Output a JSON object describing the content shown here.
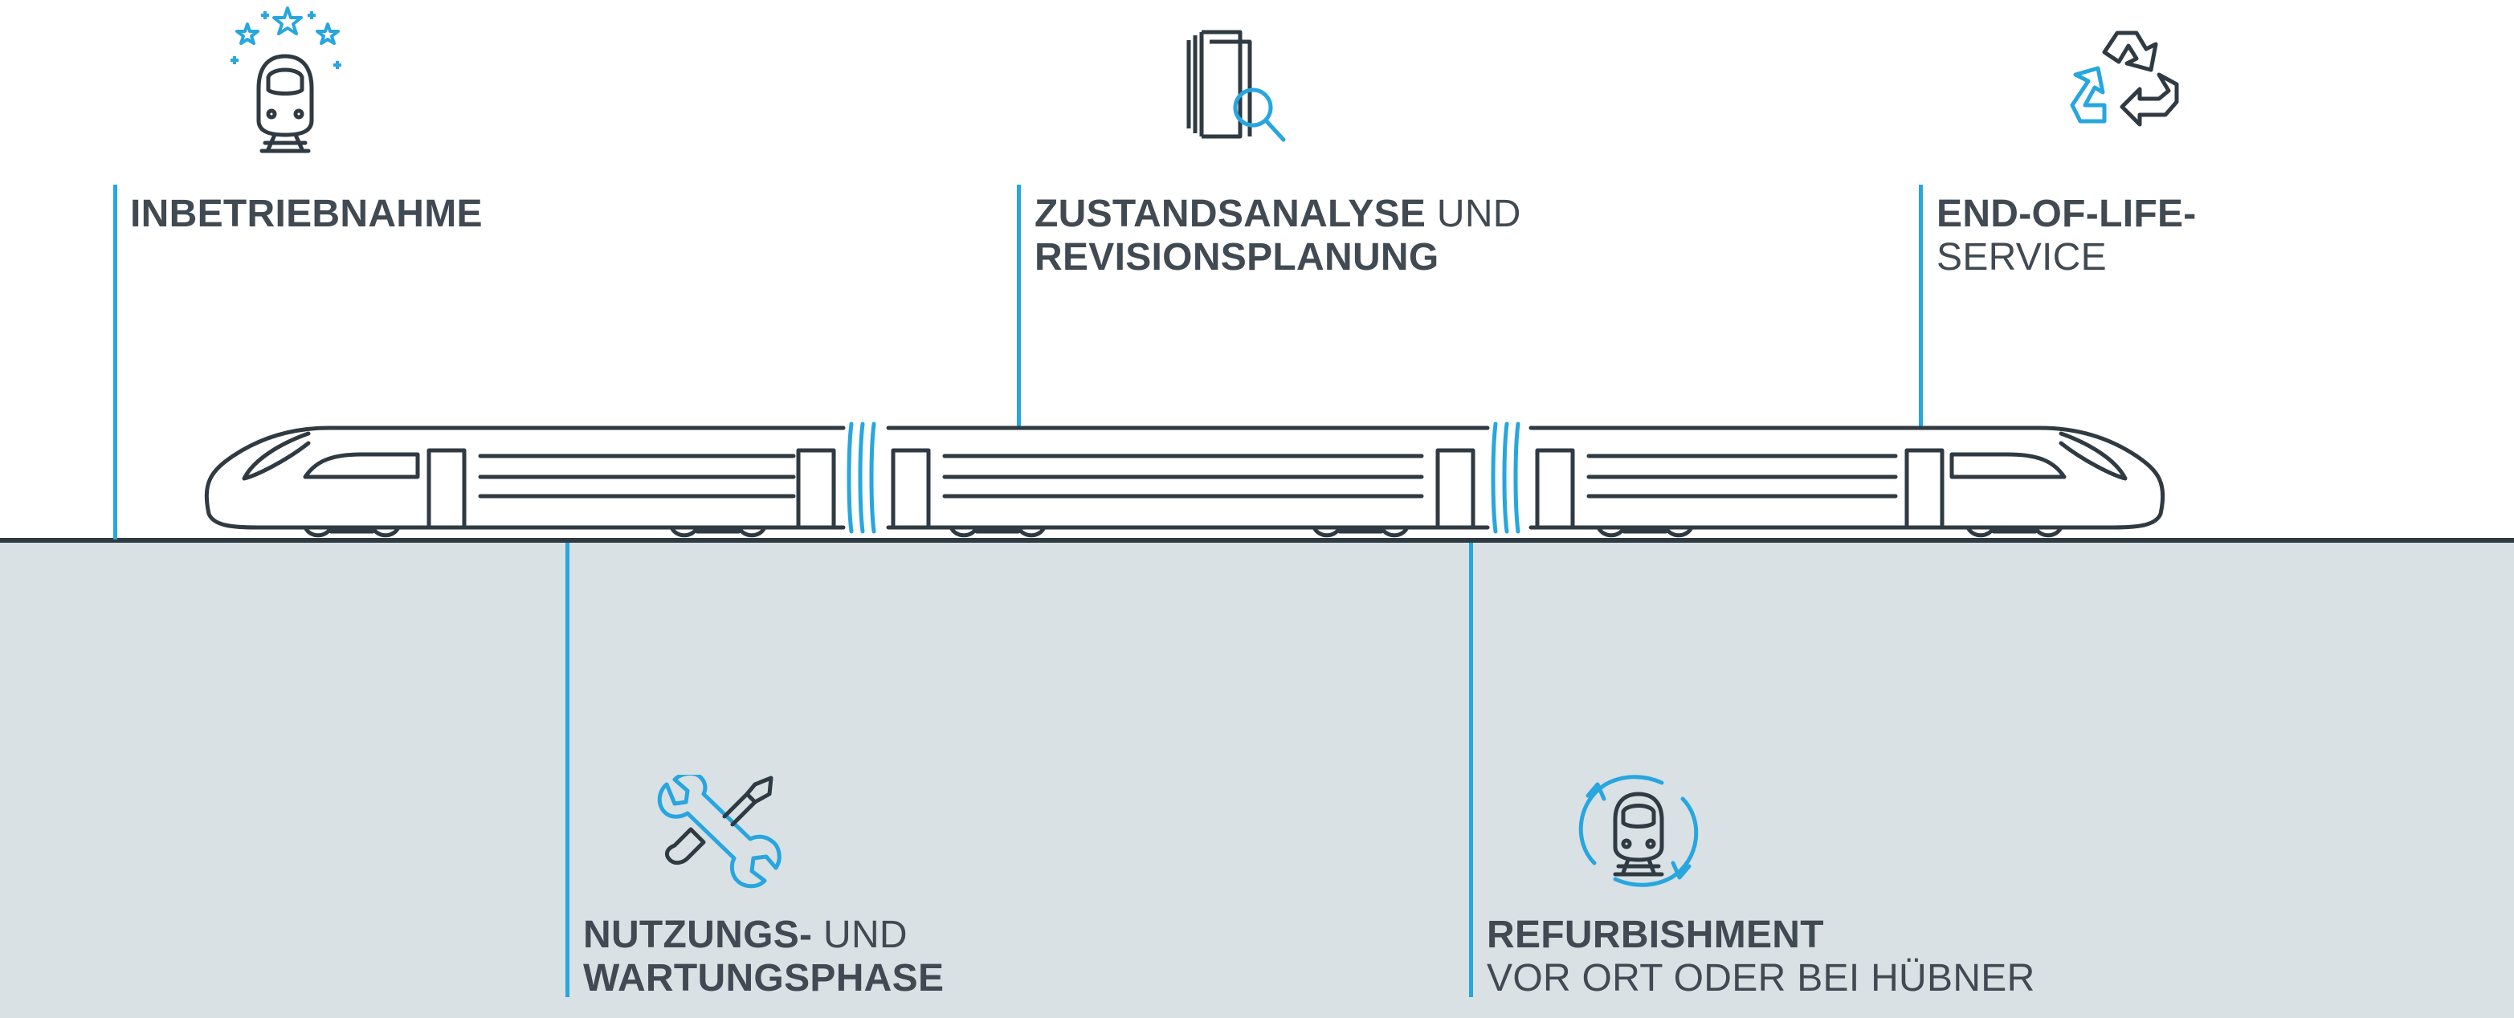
{
  "colors": {
    "ground": "#d9e1e5",
    "ground_line": "#2f3a42",
    "accent": "#27a6df",
    "text": "#414a52",
    "icon_dark": "#2f3a42"
  },
  "steps": [
    {
      "id": "inbetriebnahme",
      "icon": "train-stars-icon",
      "line1_bold": "INBETRIEBNAHME",
      "line1_reg": "",
      "line2_bold": "",
      "line2_reg": ""
    },
    {
      "id": "nutzung",
      "icon": "wrench-screwdriver-icon",
      "line1_bold": "NUTZUNGS-",
      "line1_reg": " UND",
      "line2_bold": "WARTUNGSPHASE",
      "line2_reg": ""
    },
    {
      "id": "zustandsanalyse",
      "icon": "documents-magnifier-icon",
      "line1_bold": "ZUSTANDSANALYSE",
      "line1_reg": " UND",
      "line2_bold": "REVISIONSPLANUNG",
      "line2_reg": ""
    },
    {
      "id": "refurbishment",
      "icon": "train-refresh-icon",
      "line1_bold": "REFURBISHMENT",
      "line1_reg": "",
      "line2_bold": "",
      "line2_reg": "VOR ORT ODER BEI HÜBNER"
    },
    {
      "id": "end-of-life",
      "icon": "recycle-icon",
      "line1_bold": "END-OF-LIFE-",
      "line1_reg": "",
      "line2_bold": "",
      "line2_reg": "SERVICE"
    }
  ],
  "train_icon": "high-speed-train-icon"
}
